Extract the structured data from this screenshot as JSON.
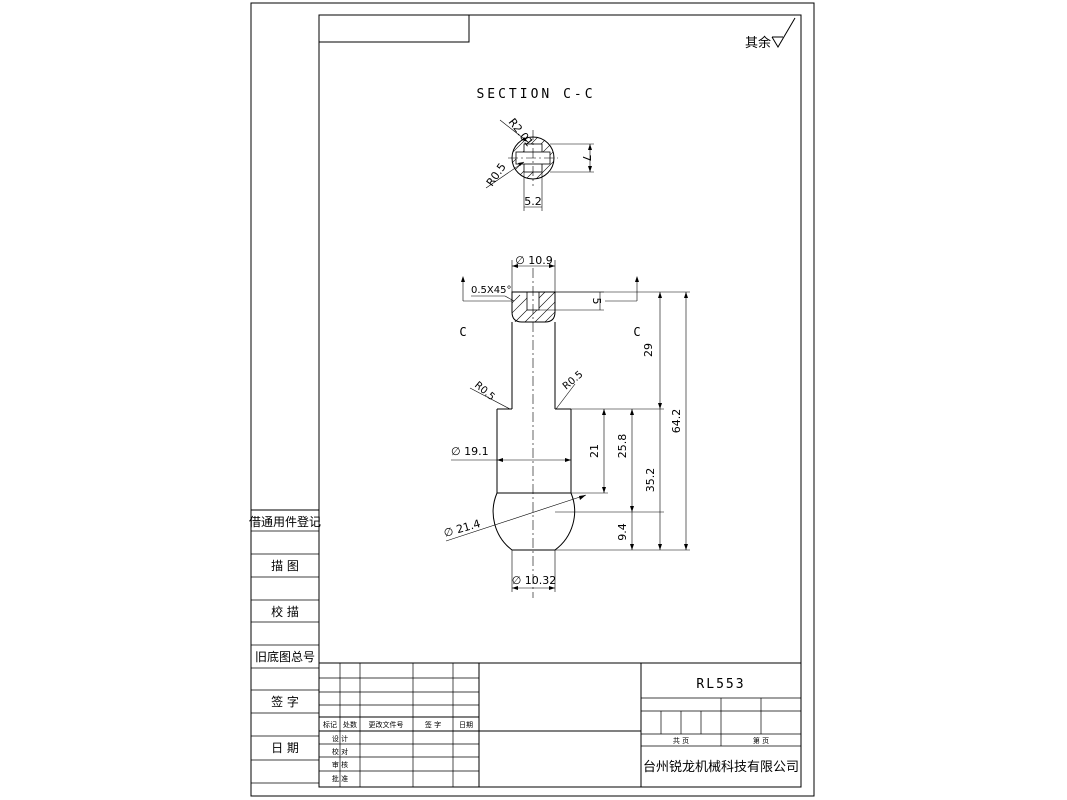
{
  "drawing": {
    "surface_finish_note": "其余",
    "section_title": "SECTION C-C",
    "section_marks": [
      "C",
      "C"
    ],
    "dimensions": {
      "section_r_outer": "R2.01",
      "section_r_inner": "R0.5",
      "section_height": "7",
      "section_width": "5.2",
      "top_diameter": "∅ 10.9",
      "chamfer": "0.5X45°",
      "slot_depth": "5",
      "shank_length": "29",
      "total_length": "64.2",
      "fillet_left": "R0.5",
      "fillet_right": "R0.5",
      "body_diameter": "∅ 19.1",
      "body_length": "21",
      "body_to_sphere": "25.8",
      "lower_length": "35.2",
      "sphere_diameter": "∅ 21.4",
      "sphere_height": "9.4",
      "bottom_diameter": "∅ 10.32"
    }
  },
  "left_strip": {
    "labels": [
      "借通用件登记",
      "描 图",
      "校 描",
      "旧底图总号",
      "签 字",
      "日 期"
    ]
  },
  "title_block": {
    "part_number": "RL553",
    "header_cells": [
      "标记",
      "处数",
      "更改文件号",
      "签 字",
      "日期"
    ],
    "row_labels": [
      "设 计",
      "校 对",
      "审 核",
      "批 准"
    ],
    "sheet_total": "共 页",
    "sheet_index": "第 页",
    "company": "台州锐龙机械科技有限公司"
  }
}
